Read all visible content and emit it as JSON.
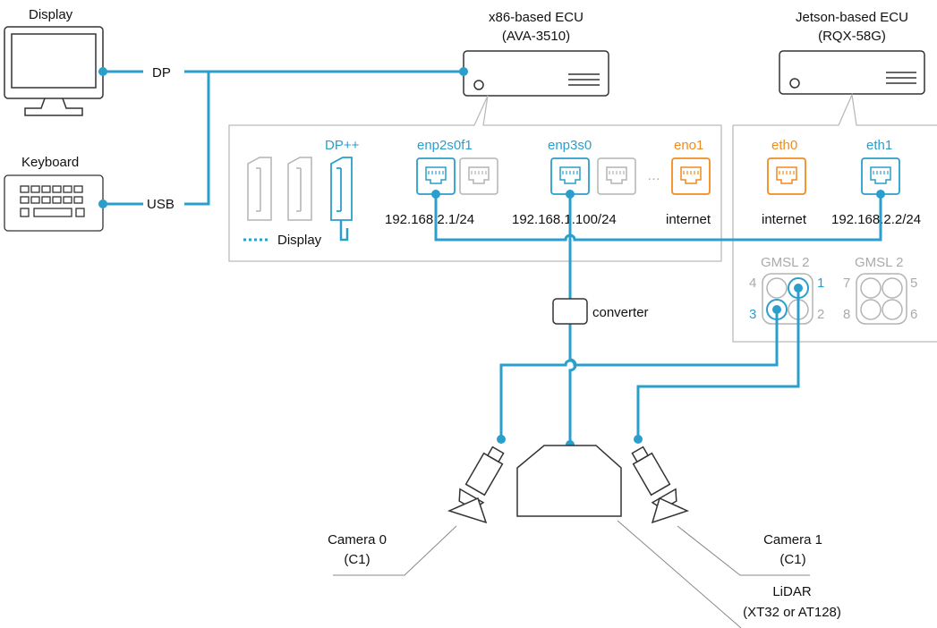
{
  "colors": {
    "link": "#2a9fcc",
    "accent_orange": "#f08c1e",
    "muted": "#b3b3b3",
    "text": "#111111"
  },
  "display": {
    "label": "Display",
    "connector": "DP"
  },
  "keyboard": {
    "label": "Keyboard",
    "connector": "USB"
  },
  "x86_ecu": {
    "title": "x86-based ECU",
    "model": "(AVA-3510)"
  },
  "jetson_ecu": {
    "title": "Jetson-based ECU",
    "model": "(RQX-58G)"
  },
  "x86_ports": {
    "dp_label": "DP++",
    "display_legend": "Display",
    "enp2s0f1": {
      "name": "enp2s0f1",
      "ip": "192.168.2.1/24"
    },
    "enp3s0": {
      "name": "enp3s0",
      "ip": "192.168.1.100/24"
    },
    "ellipsis": "…",
    "eno1": {
      "name": "eno1",
      "ip": "internet"
    }
  },
  "jetson_ports": {
    "eth0": {
      "name": "eth0",
      "ip": "internet"
    },
    "eth1": {
      "name": "eth1",
      "ip": "192.168.2.2/24"
    },
    "gmsl_a": {
      "label": "GMSL 2",
      "ports": [
        "4",
        "1",
        "3",
        "2"
      ]
    },
    "gmsl_b": {
      "label": "GMSL 2",
      "ports": [
        "7",
        "5",
        "8",
        "6"
      ]
    }
  },
  "converter": {
    "label": "converter"
  },
  "camera0": {
    "name": "Camera 0",
    "model": "(C1)"
  },
  "camera1": {
    "name": "Camera 1",
    "model": "(C1)"
  },
  "lidar": {
    "name": "LiDAR",
    "model": "(XT32 or AT128)"
  }
}
